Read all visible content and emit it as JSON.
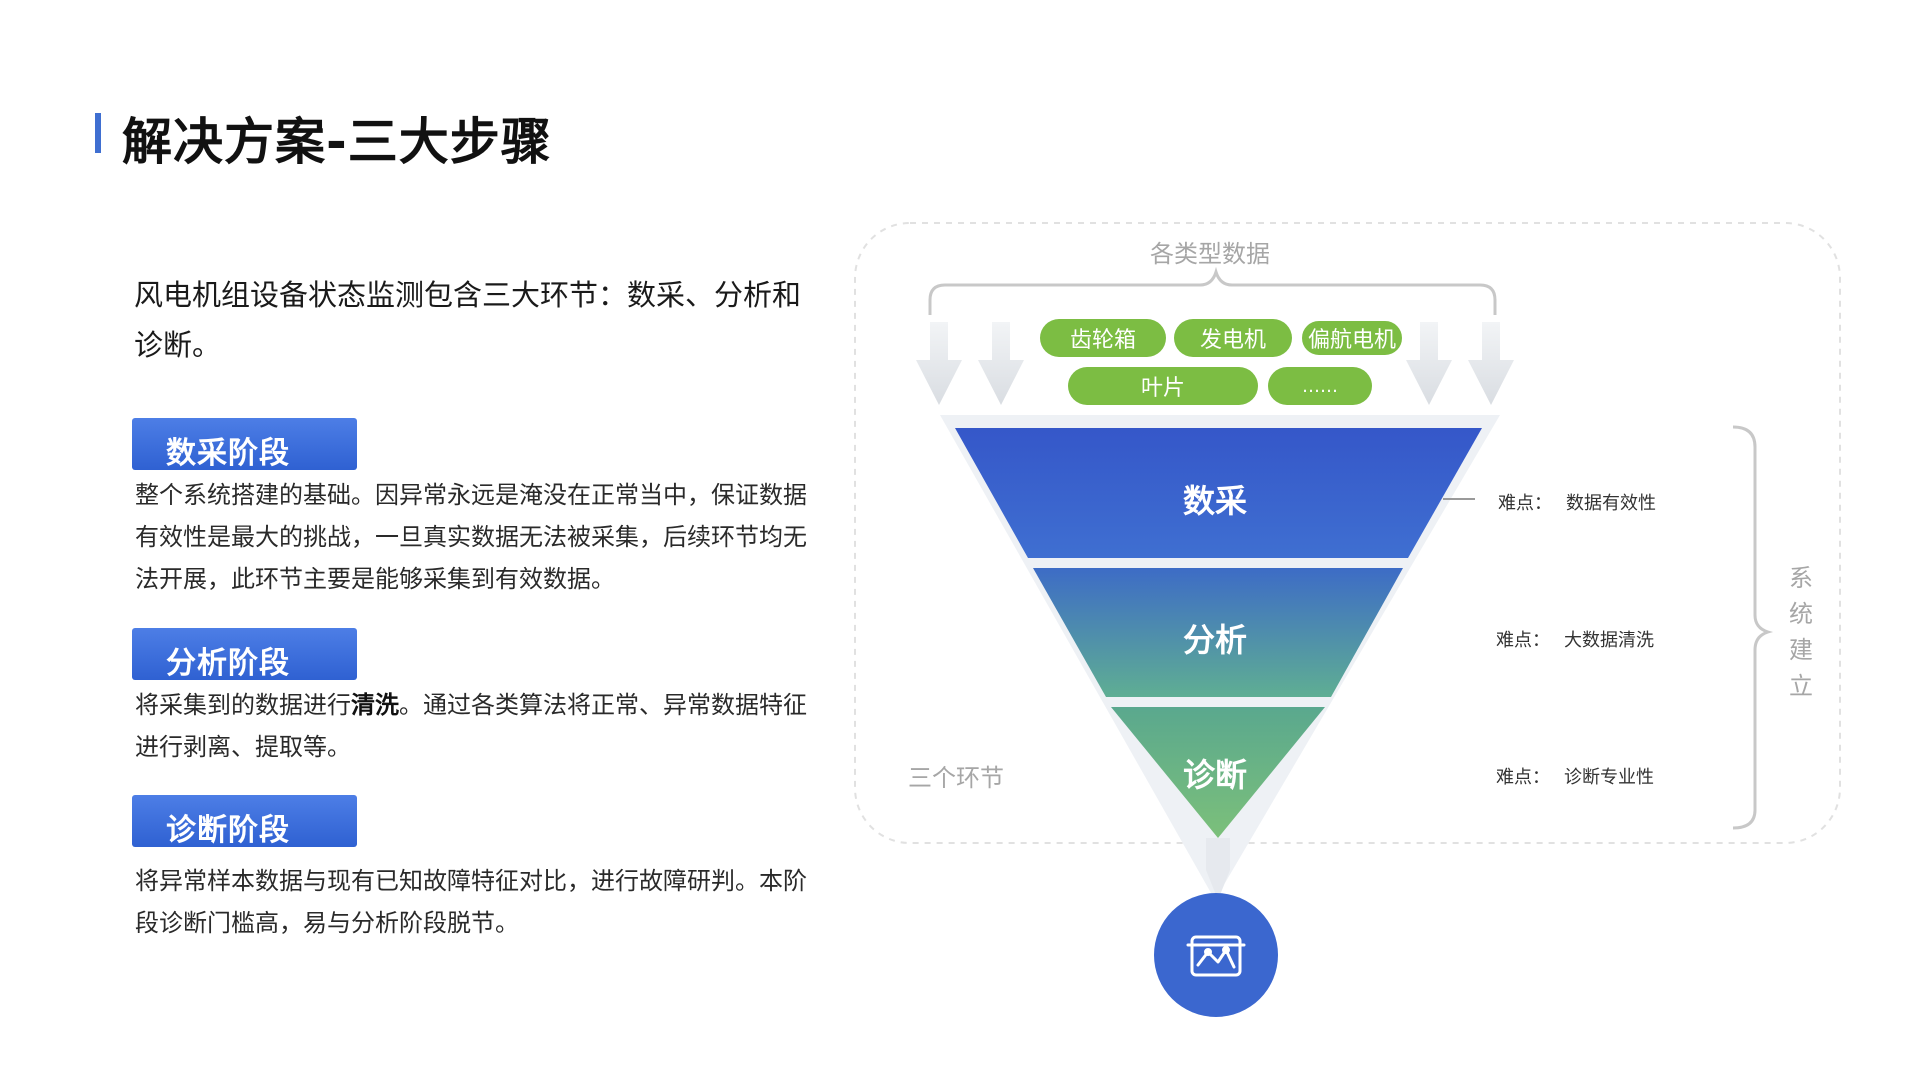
{
  "page": {
    "title": "解决方案-三大步骤",
    "accent_color": "#3f6fd1"
  },
  "intro": "风电机组设备状态监测包含三大环节：数采、分析和诊断。",
  "stages": [
    {
      "tag": "数采阶段",
      "description": "整个系统搭建的基础。因异常永远是淹没在正常当中，保证数据有效性是最大的挑战，一旦真实数据无法被采集，后续环节均无法开展，此环节主要是能够采集到有效数据。"
    },
    {
      "tag": "分析阶段",
      "description_before": "将采集到的数据进行",
      "description_bold": "清洗",
      "description_after": "。通过各类算法将正常、异常数据特征进行剥离、提取等。"
    },
    {
      "tag": "诊断阶段",
      "description": "将异常样本数据与现有已知故障特征对比，进行故障研判。本阶段诊断门槛高，易与分析阶段脱节。"
    }
  ],
  "diagram": {
    "data_sources_label": "各类型数据",
    "sources": [
      "齿轮箱",
      "发电机",
      "偏航电机",
      "叶片",
      "……"
    ],
    "source_color": "#7cbd43",
    "funnel_levels": [
      {
        "label": "数采",
        "difficulty_key": "难点：",
        "difficulty_value": "数据有效性",
        "color": "#3b5fcc"
      },
      {
        "label": "分析",
        "difficulty_key": "难点：",
        "difficulty_value": "大数据清洗",
        "color": "#4d8fb0"
      },
      {
        "label": "诊断",
        "difficulty_key": "难点：",
        "difficulty_value": "诊断专业性",
        "color": "#6fb57a"
      }
    ],
    "three_links_label": "三个环节",
    "system_build_label": [
      "系",
      "统",
      "建",
      "立"
    ],
    "output_icon": "monitor-chart-icon"
  }
}
